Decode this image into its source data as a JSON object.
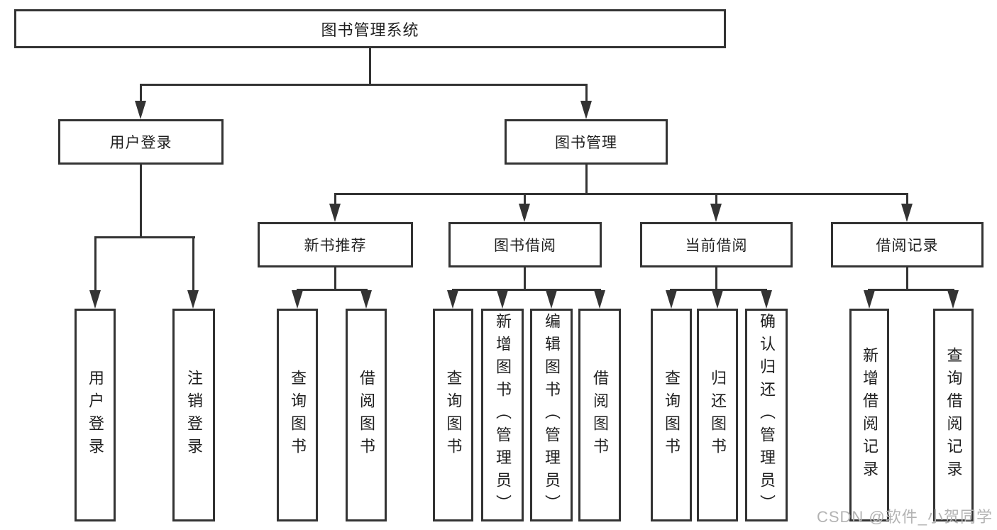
{
  "diagram": {
    "title": "图书管理系统",
    "root": {
      "label": "图书管理系统"
    },
    "branches": [
      {
        "label": "用户登录"
      },
      {
        "label": "图书管理"
      }
    ],
    "modules": [
      {
        "label": "新书推荐"
      },
      {
        "label": "图书借阅"
      },
      {
        "label": "当前借阅"
      },
      {
        "label": "借阅记录"
      }
    ],
    "leaves": [
      {
        "label": "用户登录",
        "parent": "用户登录"
      },
      {
        "label": "注销登录",
        "parent": "用户登录"
      },
      {
        "label": "查询图书",
        "parent": "新书推荐"
      },
      {
        "label": "借阅图书",
        "parent": "新书推荐"
      },
      {
        "label": "查询图书",
        "parent": "图书借阅"
      },
      {
        "label": "新增图书（管理员）",
        "parent": "图书借阅"
      },
      {
        "label": "编辑图书（管理员）",
        "parent": "图书借阅"
      },
      {
        "label": "借阅图书",
        "parent": "图书借阅"
      },
      {
        "label": "查询图书",
        "parent": "当前借阅"
      },
      {
        "label": "归还图书",
        "parent": "当前借阅"
      },
      {
        "label": "确认归还（管理员）",
        "parent": "当前借阅"
      },
      {
        "label": "新增借阅记录",
        "parent": "借阅记录"
      },
      {
        "label": "查询借阅记录",
        "parent": "借阅记录"
      }
    ],
    "colors": {
      "line": "#333333",
      "box_border": "#333333",
      "box_background": "#ffffff",
      "text": "#1f1f1f"
    }
  },
  "watermark": {
    "text": "CSDN @软件_小贺同学",
    "color": "#b3b3b3"
  }
}
